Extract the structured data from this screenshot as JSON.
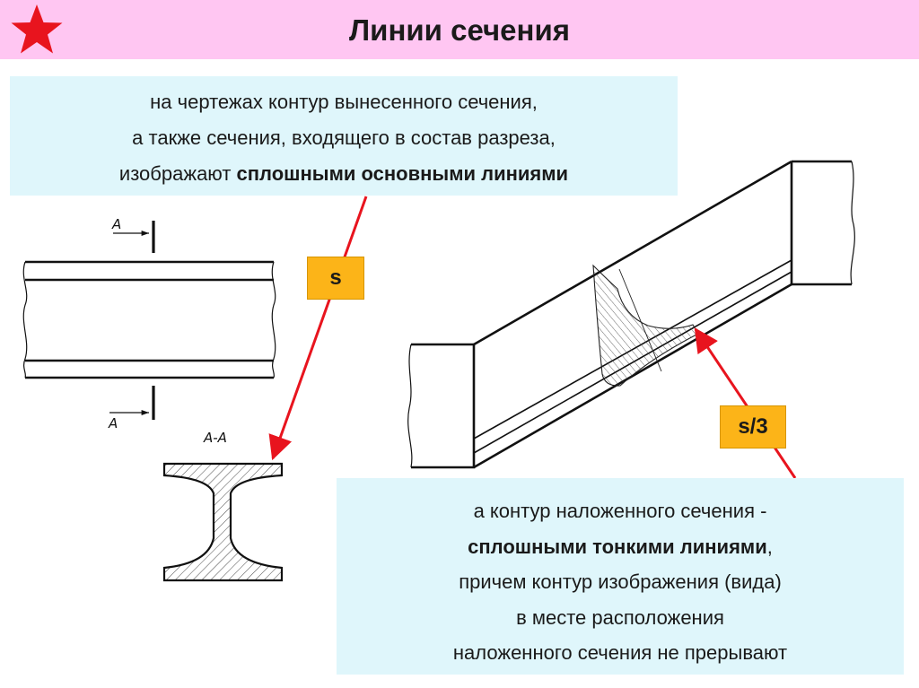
{
  "title": "Линии сечения",
  "top_note": {
    "line1": "на чертежах контур вынесенного сечения,",
    "line2": "а также сечения, входящего в состав разреза,",
    "line3_regular": "изображают ",
    "line3_bold": "сплошными основными линиями"
  },
  "bottom_note": {
    "line1": "а контур наложенного сечения -",
    "line2_bold": "сплошными тонкими линиями",
    "line2_tail": ",",
    "line3": "причем контур изображения (вида)",
    "line4": "в месте расположения",
    "line5": "наложенного сечения не прерывают"
  },
  "labels": {
    "s": "s",
    "s3": "s/3",
    "cut_top": "A",
    "cut_bottom": "A",
    "section_name": "A-A"
  },
  "colors": {
    "title_bg": "#ffc6f2",
    "note_bg": "#dff6fb",
    "tag_bg": "#fcb418",
    "arrow": "#e8141e",
    "star": "#e8141e"
  },
  "icons": {
    "title_mark": "star-icon"
  }
}
